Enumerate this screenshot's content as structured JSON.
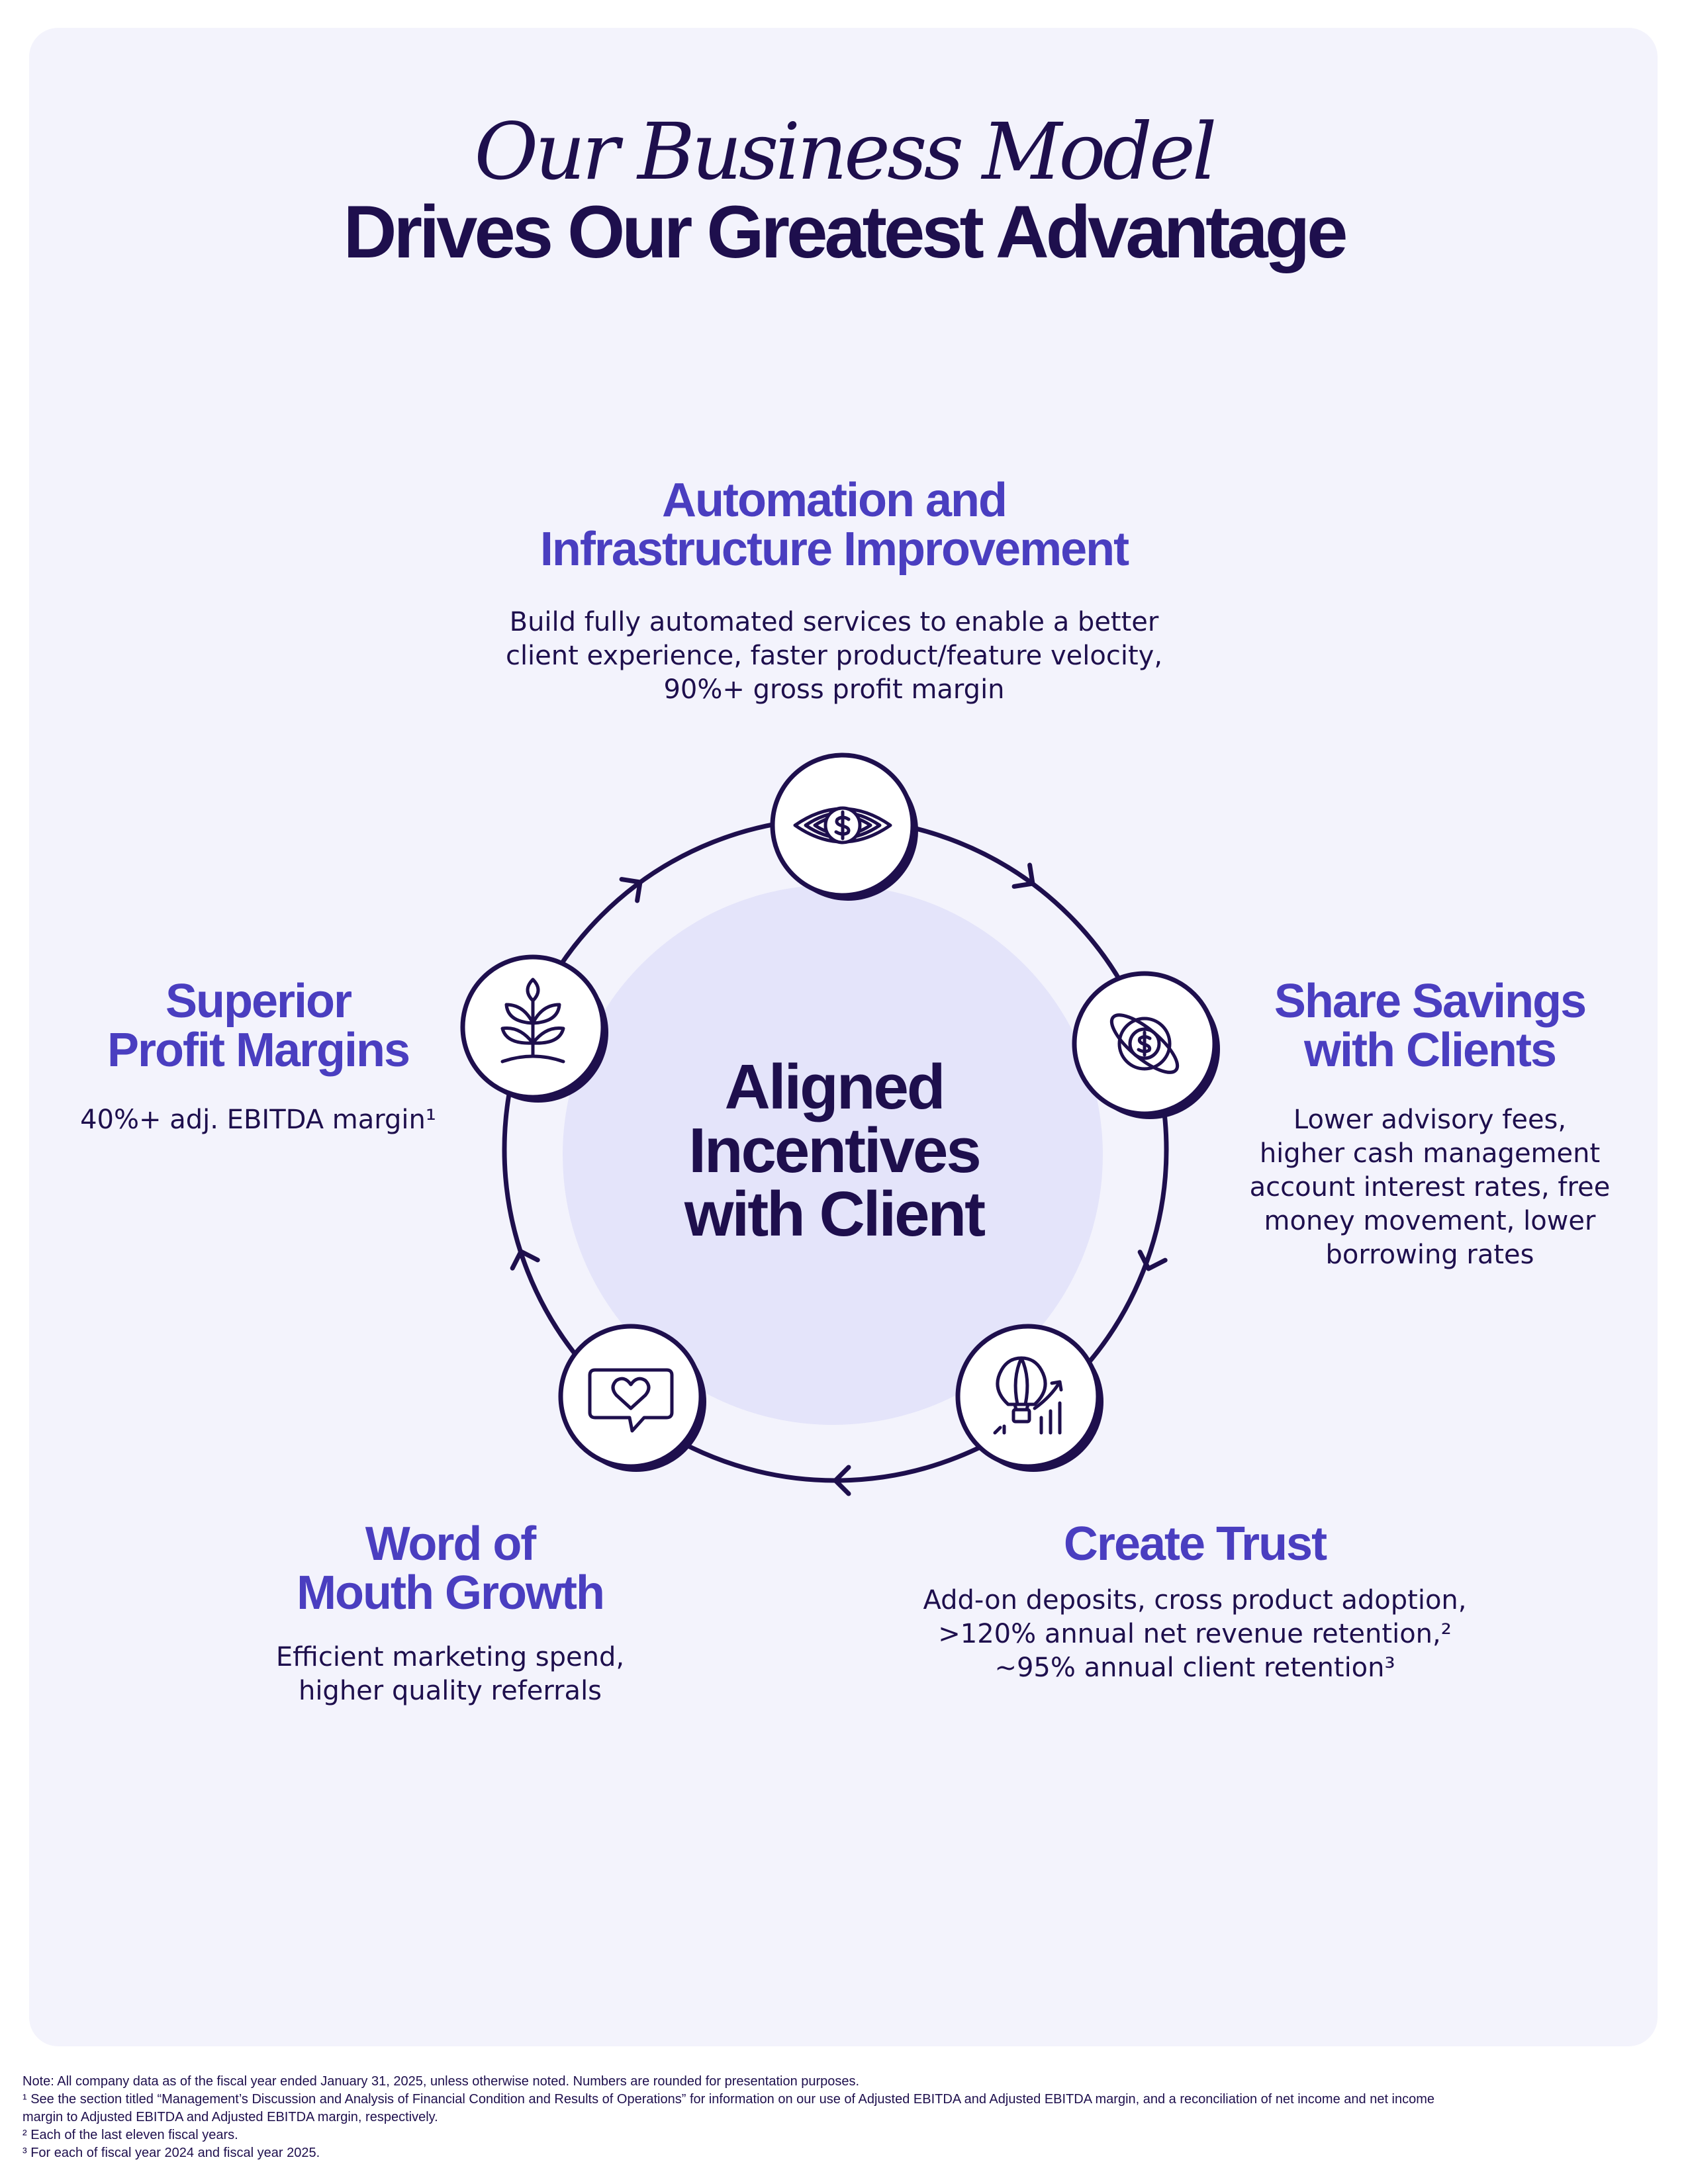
{
  "title": {
    "line1": "Our Business Model",
    "line2": "Drives Our Greatest Advantage"
  },
  "center": {
    "line1": "Aligned",
    "line2": "Incentives",
    "line3": "with Client"
  },
  "nodes": [
    {
      "id": "automation",
      "icon": "eye-dollar-icon",
      "heading_lines": [
        "Automation and",
        "Infrastructure Improvement"
      ],
      "desc_lines": [
        "Build fully automated services to enable a better",
        "client experience, faster product/feature velocity,",
        "90%+ gross profit margin"
      ]
    },
    {
      "id": "share-savings",
      "icon": "globe-dollar-icon",
      "heading_lines": [
        "Share Savings",
        "with Clients"
      ],
      "desc_lines": [
        "Lower advisory fees,",
        "higher cash management",
        "account interest rates, free",
        "money movement, lower",
        "borrowing rates"
      ]
    },
    {
      "id": "create-trust",
      "icon": "balloon-growth-icon",
      "heading_lines": [
        "Create Trust"
      ],
      "desc_lines": [
        "Add-on deposits, cross product adoption,",
        ">120% annual net revenue retention,²",
        "~95% annual client retention³"
      ]
    },
    {
      "id": "word-of-mouth",
      "icon": "heart-message-icon",
      "heading_lines": [
        "Word of",
        "Mouth Growth"
      ],
      "desc_lines": [
        "Efficient marketing spend,",
        "higher quality referrals"
      ]
    },
    {
      "id": "profit-margins",
      "icon": "sprout-icon",
      "heading_lines": [
        "Superior",
        "Profit Margins"
      ],
      "desc_lines": [
        "40%+ adj. EBITDA margin¹"
      ]
    }
  ],
  "footnotes": [
    "Note: All company data as of the fiscal year ended January 31, 2025, unless otherwise noted. Numbers are rounded for presentation purposes.",
    "¹ See the section titled “Management’s Discussion and Analysis of Financial Condition and Results of Operations” for information on our use of Adjusted EBITDA and Adjusted EBITDA margin, and a reconciliation of net income and net income",
    "margin to Adjusted EBITDA and Adjusted EBITDA margin, respectively.",
    "² Each of the last eleven fiscal years.",
    "³ For each of fiscal year 2024 and fiscal year 2025."
  ],
  "colors": {
    "background": "#f3f3fc",
    "navy": "#1e0f4d",
    "accent": "#4a3ec0",
    "center_disc": "#e4e4fa"
  }
}
